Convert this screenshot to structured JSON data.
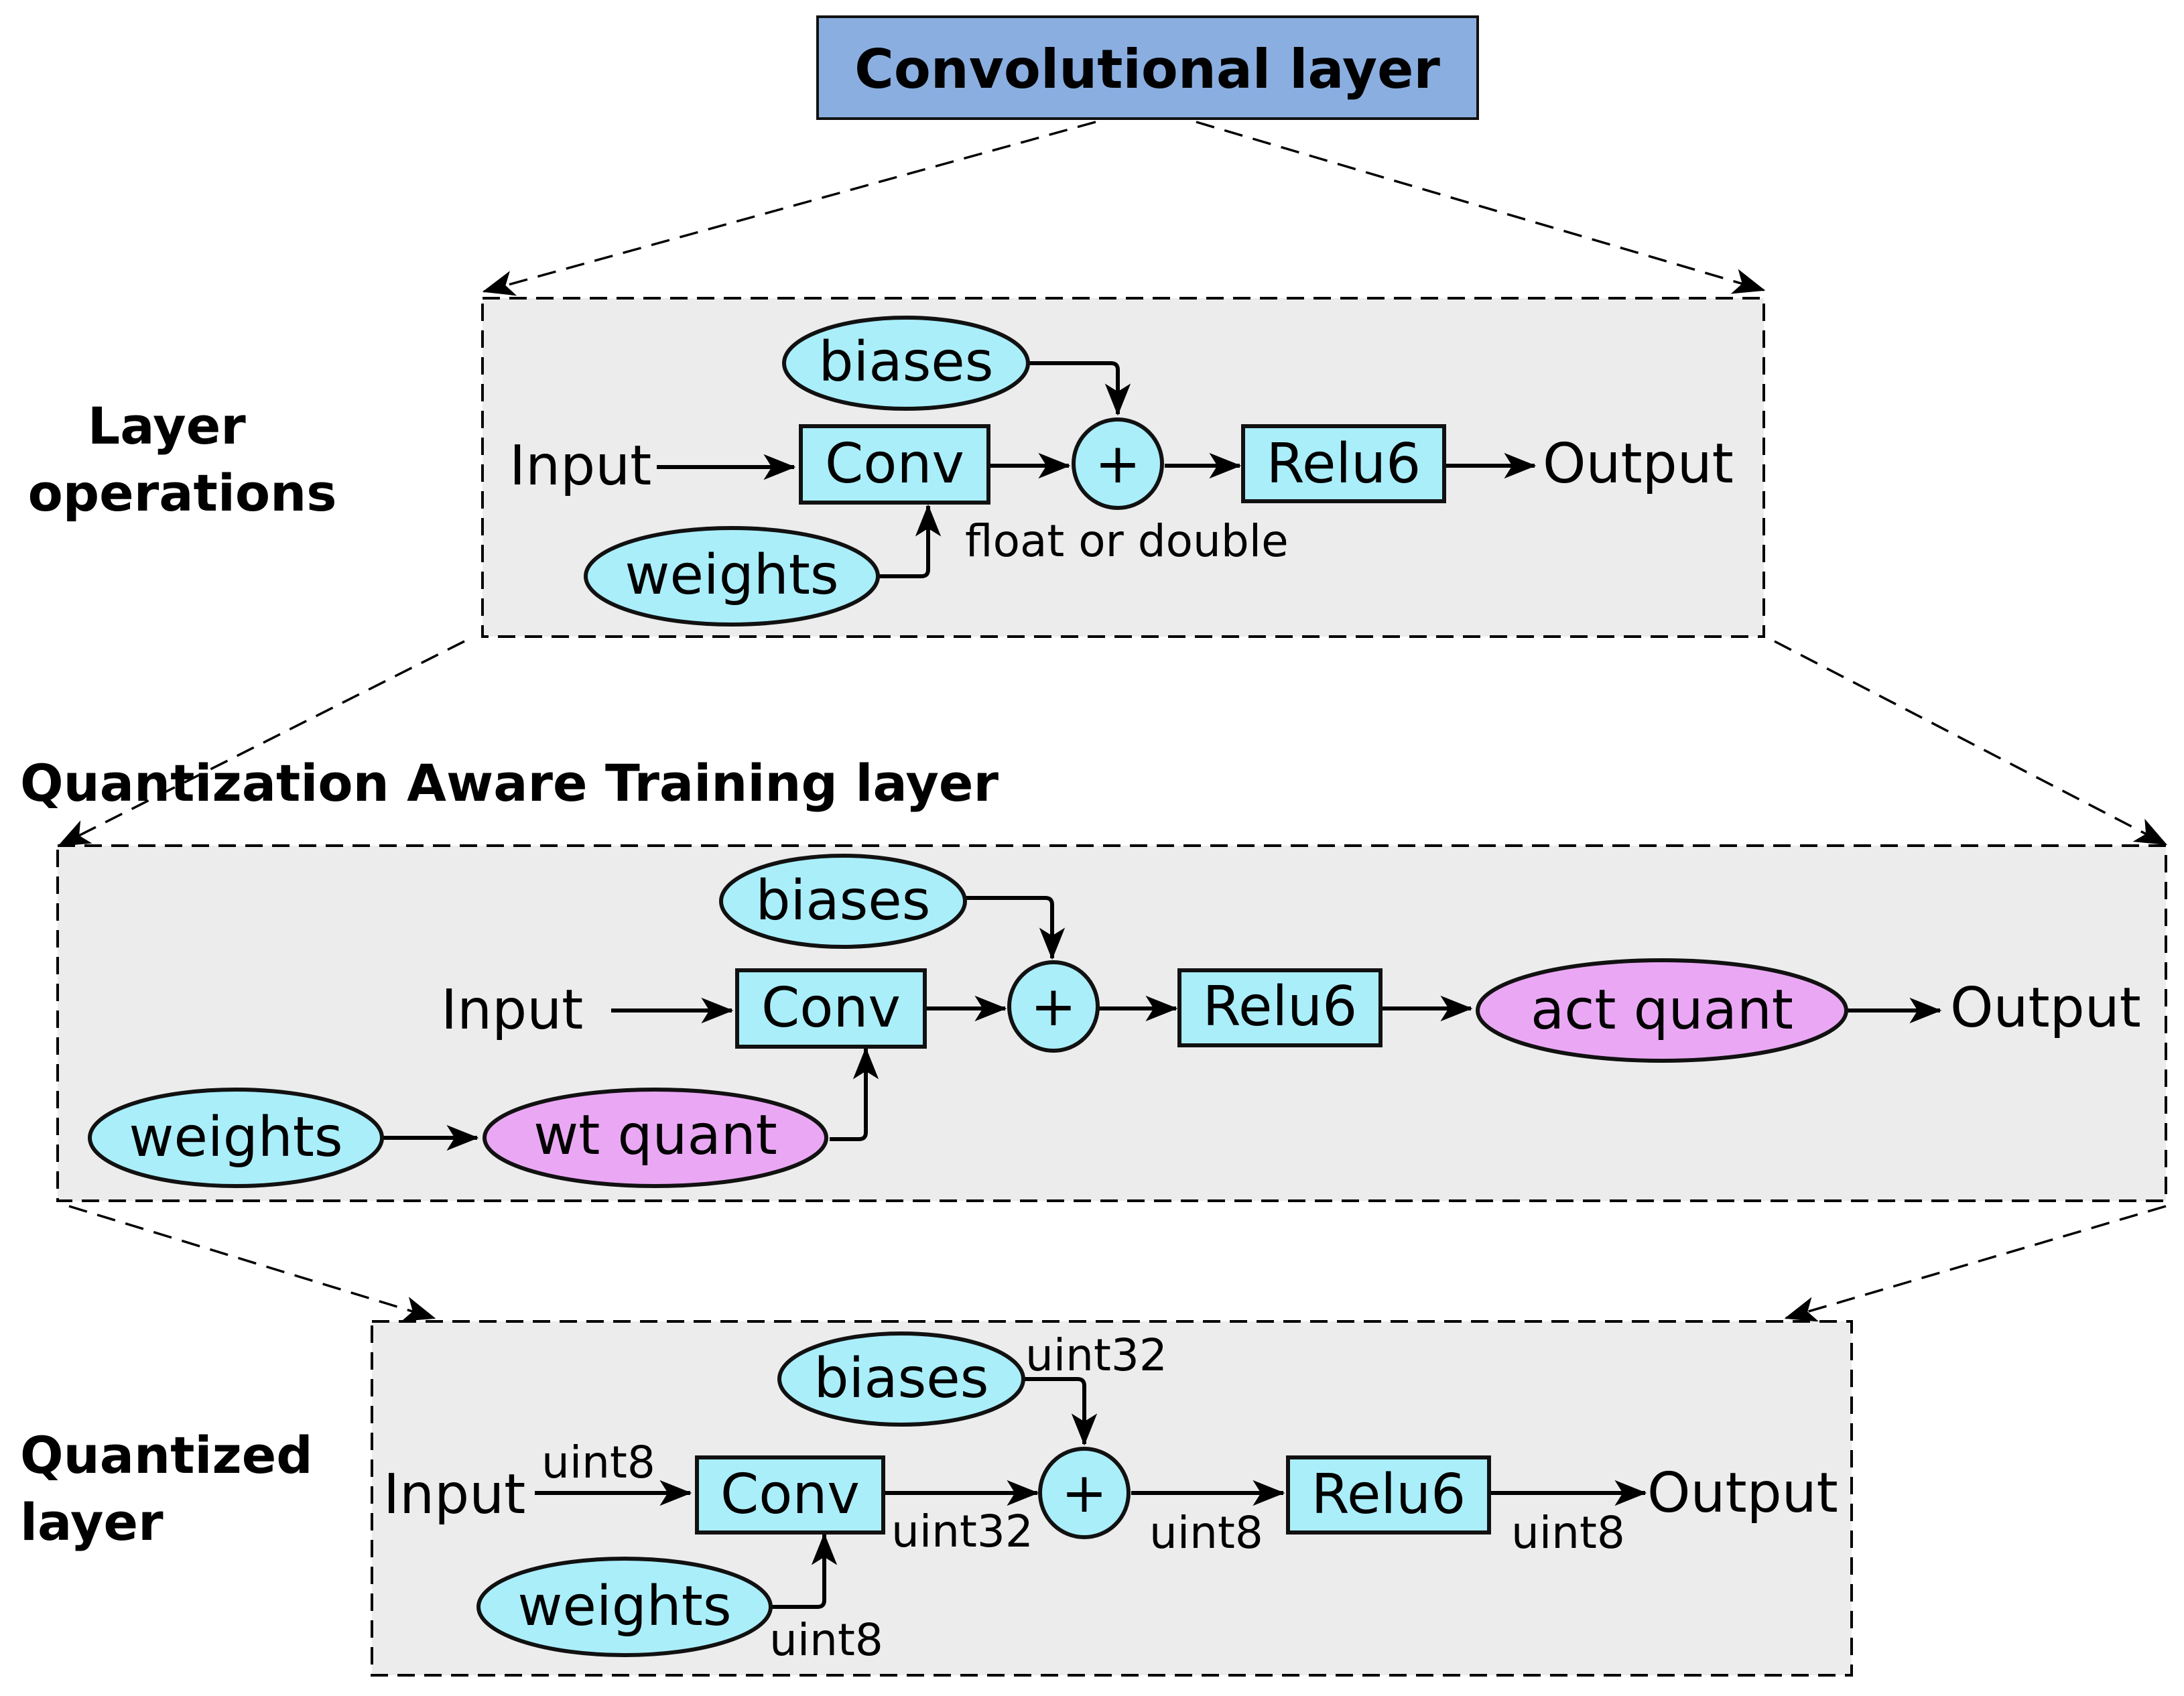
{
  "title": "Convolutional layer",
  "sections": {
    "float": {
      "heading": [
        "Layer",
        "operations"
      ],
      "input": "Input",
      "output": "Output",
      "conv": "Conv",
      "plus": "+",
      "relu": "Relu6",
      "biases": "biases",
      "weights": "weights",
      "dtype_note": "float or double"
    },
    "qat": {
      "heading": "Quantization Aware Training layer",
      "input": "Input",
      "output": "Output",
      "conv": "Conv",
      "plus": "+",
      "relu": "Relu6",
      "biases": "biases",
      "weights": "weights",
      "wt_quant": "wt quant",
      "act_quant": "act quant"
    },
    "quantized": {
      "heading": [
        "Quantized",
        "layer"
      ],
      "input": "Input",
      "output": "Output",
      "conv": "Conv",
      "plus": "+",
      "relu": "Relu6",
      "biases": "biases",
      "weights": "weights",
      "input_type": "uint8",
      "bias_type": "uint32",
      "conv_out_type": "uint32",
      "weight_type": "uint8",
      "add_out_type": "uint8",
      "output_type": "uint8"
    }
  },
  "colors": {
    "title_fill": "#8aaee0",
    "node_fill": "#aaeefa",
    "quant_fill": "#eaa8f4",
    "panel_fill": "#ececec"
  }
}
